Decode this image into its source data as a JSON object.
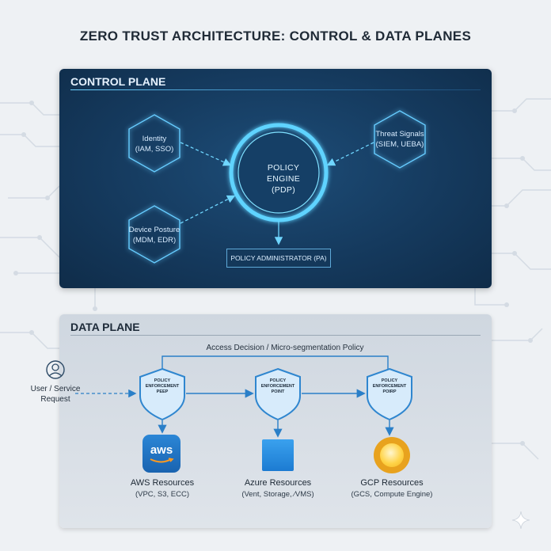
{
  "title": "ZERO TRUST ARCHITECTURE: CONTROL & DATA PLANES",
  "control_plane": {
    "title": "CONTROL PLANE",
    "identity": {
      "line1": "Identity",
      "line2": "(IAM, SSO)"
    },
    "threat": {
      "line1": "Threat Signals",
      "line2": "(SIEM, UEBA)"
    },
    "device": {
      "line1": "Device Posture",
      "line2": "(MDM, EDR)"
    },
    "policy_engine": {
      "line1": "POLICY",
      "line2": "ENGINE",
      "line3": "(PDP)"
    },
    "policy_admin": "POLICY ADMINISTRATOR (PA)"
  },
  "data_plane": {
    "title": "DATA PLANE",
    "access_decision": "Access Decision / Micro-segmentation Policy",
    "user": {
      "line1": "User / Service",
      "line2": "Request"
    },
    "peps": [
      {
        "line1": "POLICY",
        "line2": "ENFORCEMENT",
        "line3": "PEEP"
      },
      {
        "line1": "POLICY",
        "line2": "ENFORCEMENT",
        "line3": "POINT"
      },
      {
        "line1": "POLICY",
        "line2": "ENFORCEMENT",
        "line3": "POIRP"
      }
    ],
    "resources": [
      {
        "name": "AWS Resources",
        "detail": "(VPC, S3, ECC)",
        "icon": "aws-icon",
        "icon_text": "aws"
      },
      {
        "name": "Azure Resources",
        "detail": "(Vent, Storage, ⁄VMS)",
        "icon": "azure-icon"
      },
      {
        "name": "GCP Resources",
        "detail": "(GCS, Compute Engine)",
        "icon": "gcp-icon"
      }
    ]
  },
  "colors": {
    "control_bg": "#153a5e",
    "glow": "#5fd3ff",
    "pep_blue": "#2f86cf",
    "arrow_blue": "#2a7fc8"
  }
}
